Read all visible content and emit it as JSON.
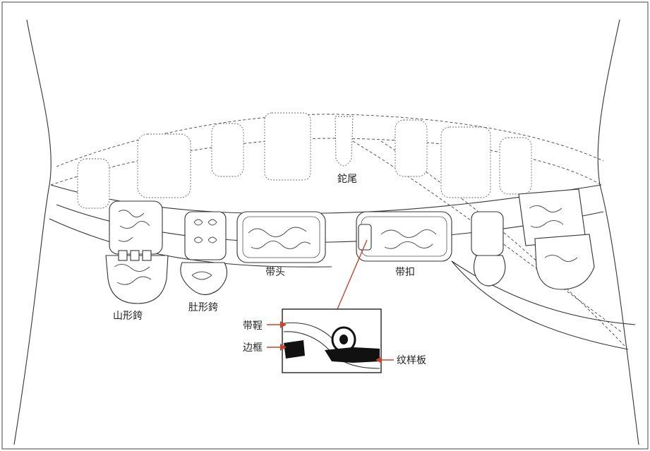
{
  "labels": {
    "tuowei": "鉈尾",
    "daitou": "带头",
    "daikou": "带扣",
    "shanxing": "山形銙",
    "duxing": "肚形銙",
    "daiting": "带鞓",
    "biankuang": "边框",
    "wenyangban": "纹样板"
  },
  "colors": {
    "line": "#333333",
    "arrow": "#c8442a",
    "fill_dark": "#111111"
  }
}
